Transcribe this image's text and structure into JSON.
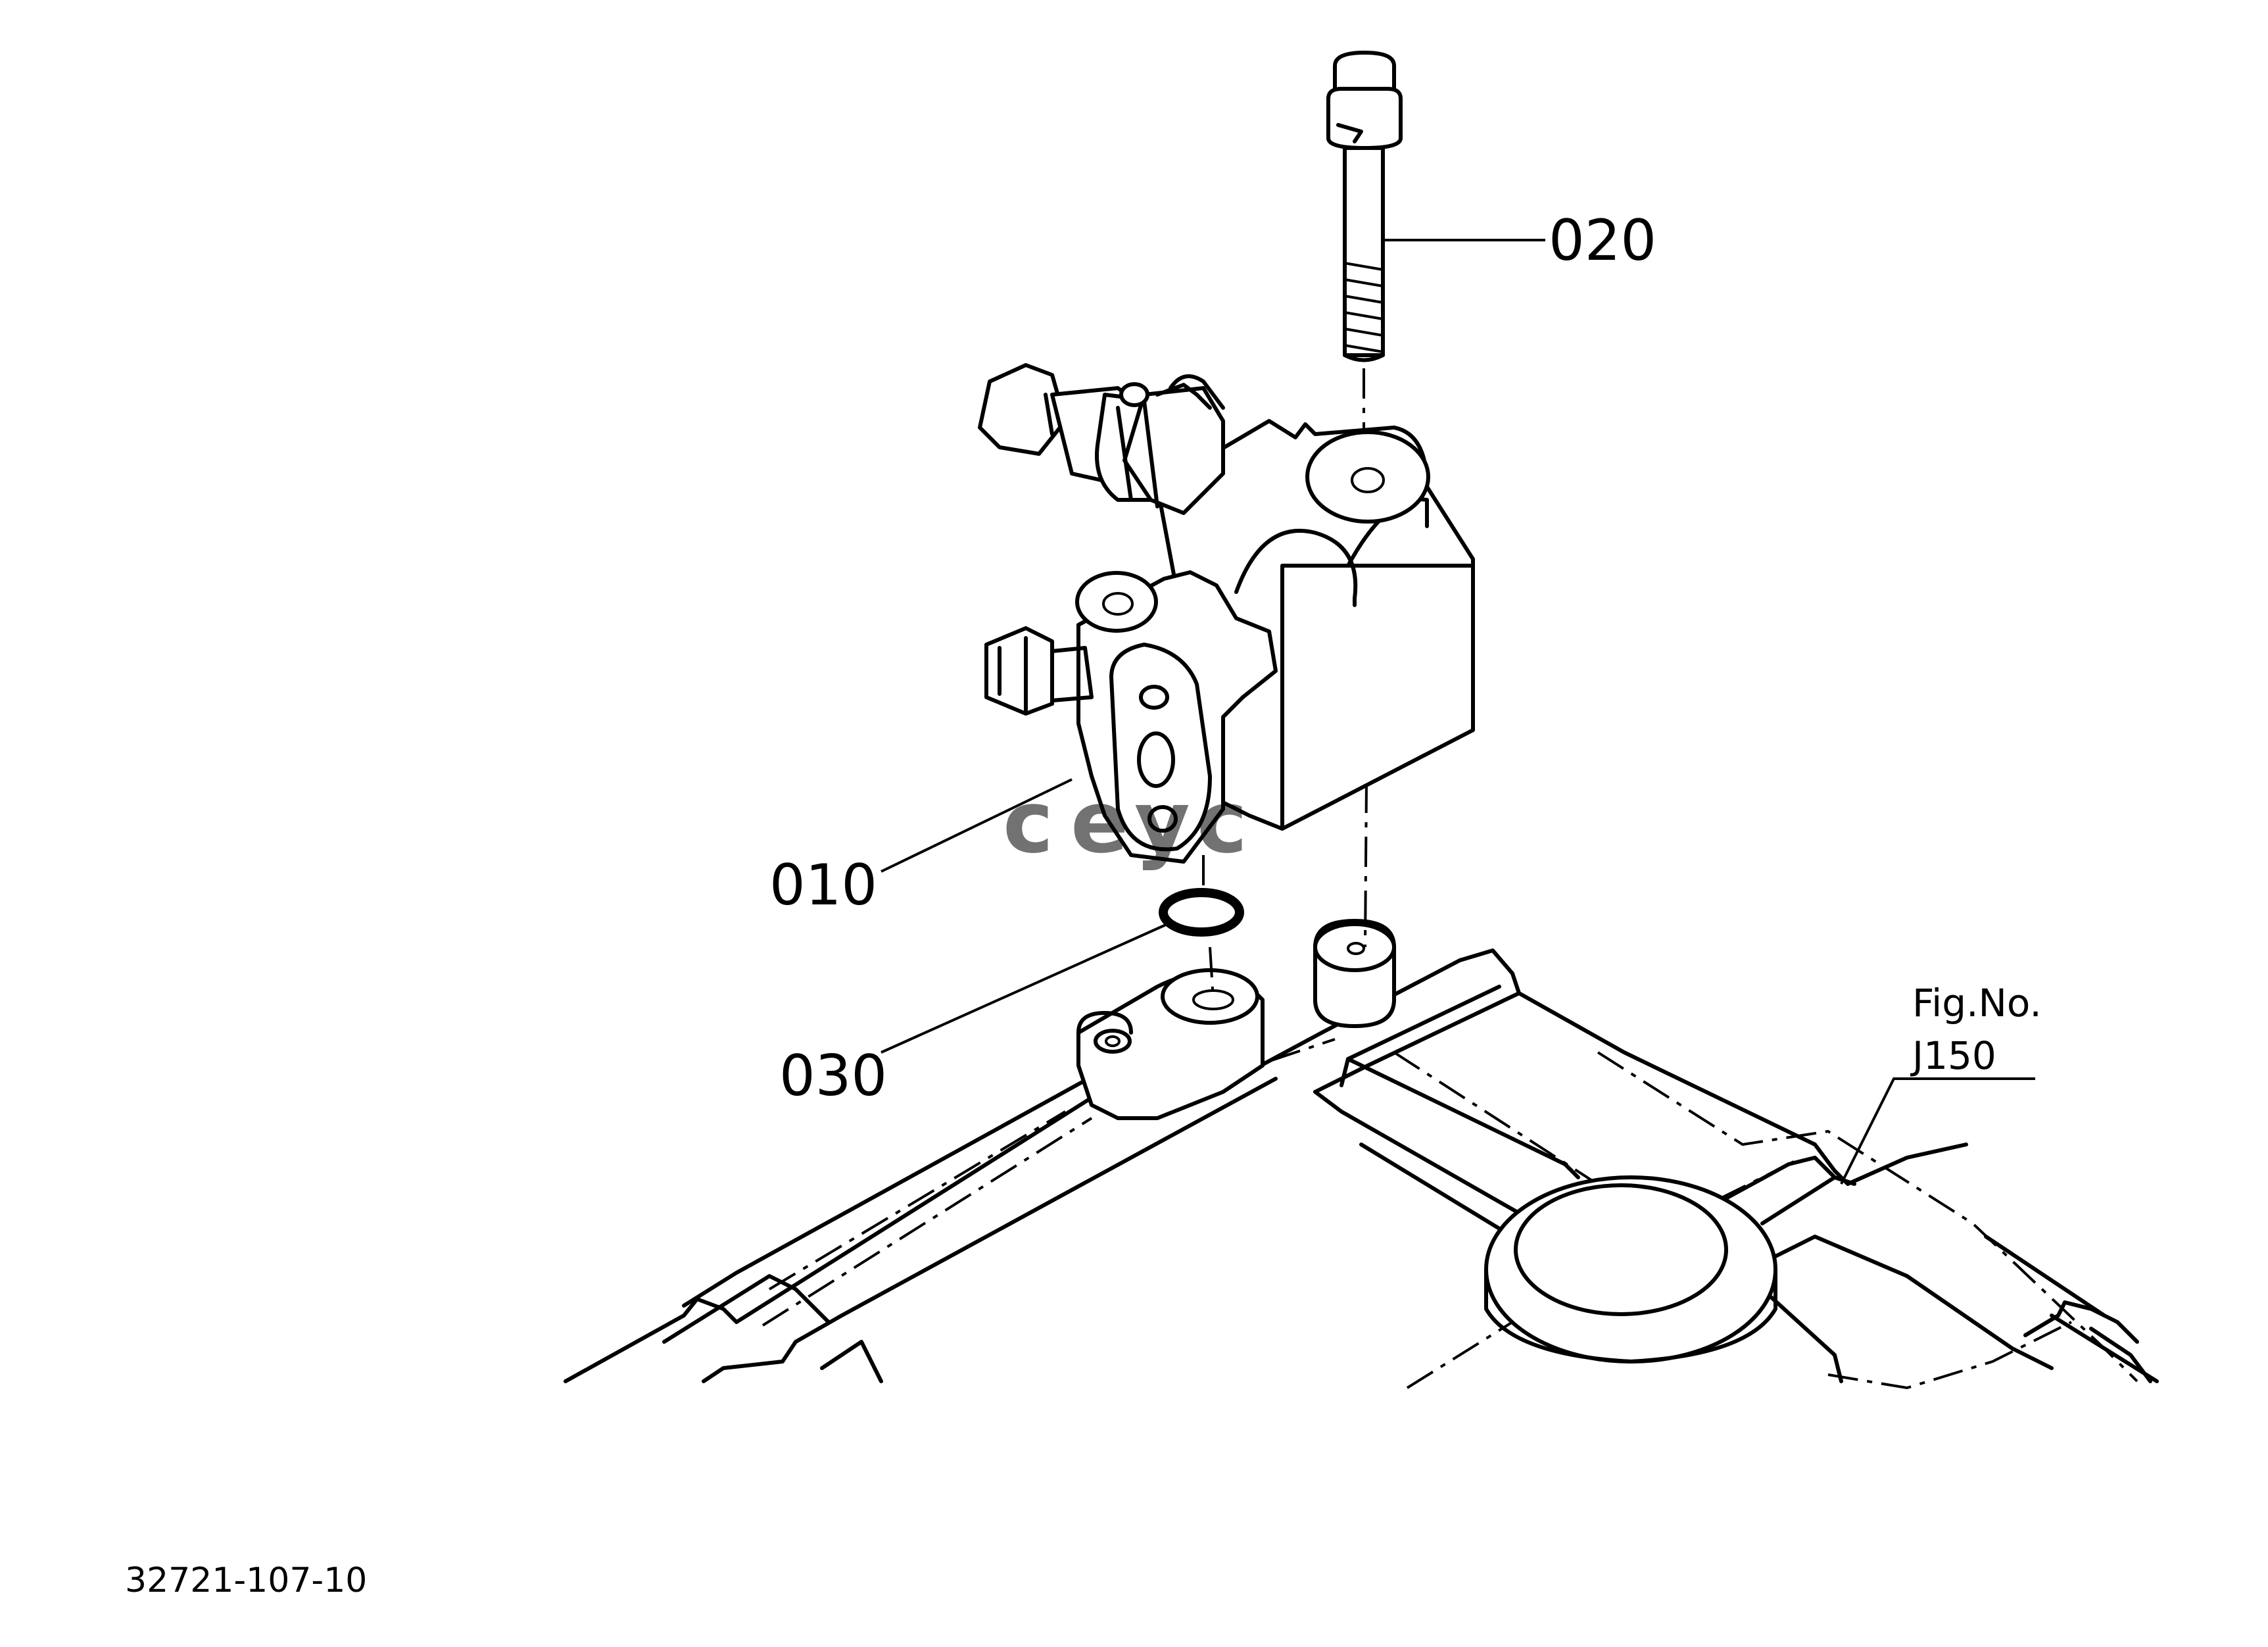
{
  "callouts": {
    "valve": "010",
    "bolt": "020",
    "o_ring": "030"
  },
  "figure_ref": {
    "line1": "Fig.No.",
    "line2": "J150"
  },
  "drawing_number": "32721-107-10",
  "watermark": {
    "letters": [
      "c",
      "e",
      "y",
      "c"
    ],
    "colors": [
      "#4a86e8",
      "#e8574a",
      "#f4c430",
      "#34a853"
    ]
  }
}
